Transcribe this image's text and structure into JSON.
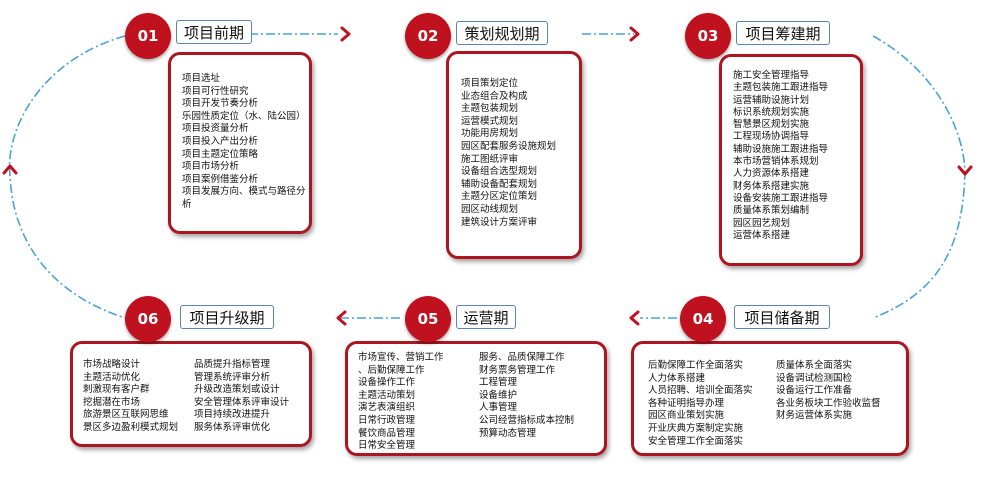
{
  "stages": [
    {
      "number": "01",
      "title": "项目前期",
      "items": [
        "项目选址",
        "项目可行性研究",
        "项目开发节奏分析",
        "乐园性质定位（水、陆公园）",
        "项目投资量分析",
        "项目投入产出分析",
        "项目主题定位策略",
        "项目市场分析",
        "项目案例借鉴分析",
        "项目发展方向、模式与路径分析"
      ]
    },
    {
      "number": "02",
      "title": "策划规划期",
      "items": [
        "项目策划定位",
        "业态组合及构成",
        "主题包装规划",
        "运营模式规划",
        "功能用房规划",
        "园区配套服务设施规划",
        "施工图纸评审",
        "设备组合选型规划",
        "辅助设备配套规划",
        "主题分区定位策划",
        "园区动线规划",
        "建筑设计方案评审"
      ]
    },
    {
      "number": "03",
      "title": "项目筹建期",
      "items": [
        "施工安全管理指导",
        "主题包装施工跟进指导",
        "运营辅助设施计划",
        "标识系统规划实施",
        "智慧景区规划实施",
        "工程现场协调指导",
        "辅助设施施工跟进指导",
        "本市场营销体系规划",
        "人力资源体系搭建",
        "财务体系搭建实施",
        "设备安装施工跟进指导",
        "质量体系策划编制",
        "园区园艺规划",
        "运营体系搭建"
      ]
    },
    {
      "number": "04",
      "title": "项目储备期",
      "columns": [
        [
          "后勤保障工作全面落实",
          "人力体系搭建",
          "人员招聘、培训全面落实",
          "各种证明指导办理",
          "园区商业策划实施",
          "开业庆典方案制定实施",
          "安全管理工作全面落实"
        ],
        [
          "质量体系全面落实",
          "设备调试检测国检",
          "设备运行工作准备",
          "各业务板块工作验收监督",
          "财务运营体系实施"
        ]
      ]
    },
    {
      "number": "05",
      "title": "运营期",
      "columns": [
        [
          "市场宣传、营销工作",
          "、后勤保障工作",
          "设备操作工作",
          "主题活动策划",
          "演艺表演组织",
          "日常行政管理",
          "餐饮商品管理",
          "日常安全管理"
        ],
        [
          "服务、品质保障工作",
          "财务票务管理工作",
          "工程管理",
          "设备维护",
          "人事管理",
          "公司经营指标成本控制",
          "预算动态管理"
        ]
      ]
    },
    {
      "number": "06",
      "title": "项目升级期",
      "columns": [
        [
          "市场战略设计",
          "主题活动优化",
          "刺激现有客户群",
          "挖掘潜在市场",
          "旅游景区互联网思维",
          "景区多边盈利模式规划"
        ],
        [
          "品质提升指标管理",
          "管理系统评审分析",
          "升级改造策划或设计",
          "安全管理体系评审设计",
          "项目持续改进提升",
          "服务体系评审优化"
        ]
      ]
    }
  ],
  "colors": {
    "accent": "#c0111f",
    "box_border": "#ad1520",
    "title_border": "#5b86b3",
    "connector": "#4aa3d6"
  }
}
